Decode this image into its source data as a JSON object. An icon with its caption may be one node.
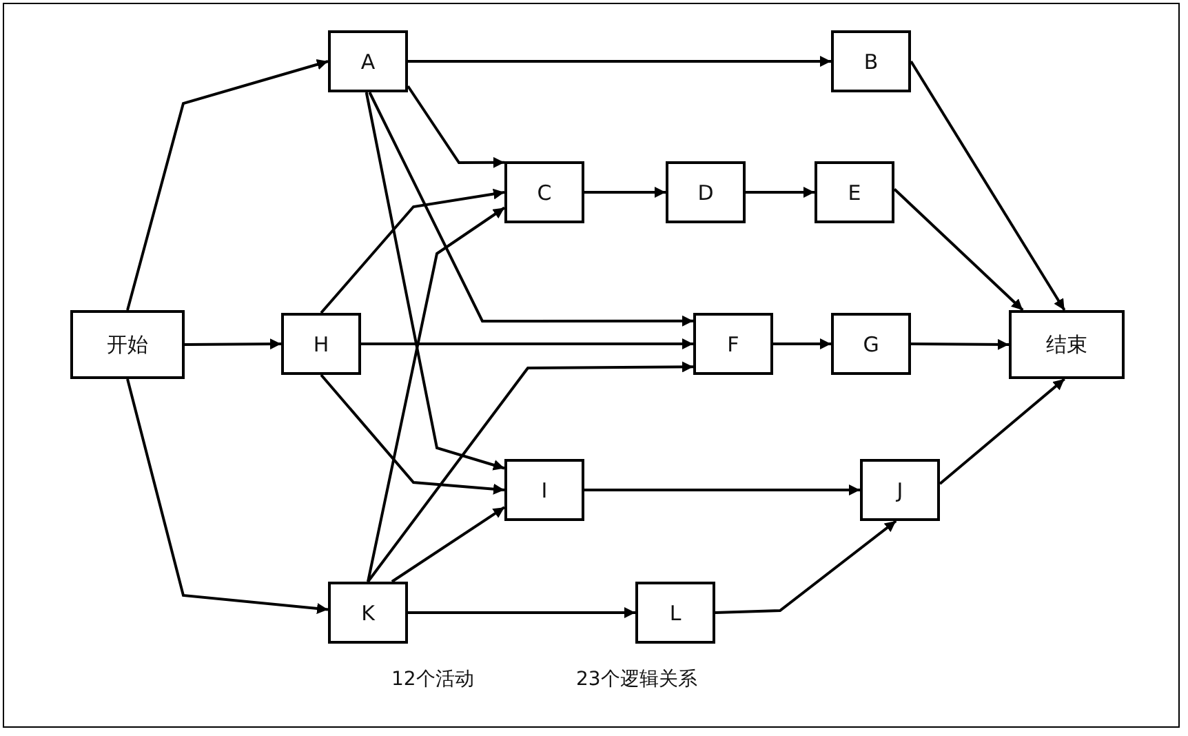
{
  "diagram": {
    "nodes": [
      {
        "text": [
          "开始"
        ]
      },
      {
        "text": [
          "A"
        ]
      },
      {
        "text": [
          "B"
        ]
      },
      {
        "text": [
          "C"
        ]
      },
      {
        "text": [
          "D"
        ]
      },
      {
        "text": [
          "E"
        ]
      },
      {
        "text": [
          "H"
        ]
      },
      {
        "text": [
          "F"
        ]
      },
      {
        "text": [
          "G"
        ]
      },
      {
        "text": [
          "结束"
        ]
      },
      {
        "text": [
          "I"
        ]
      },
      {
        "text": [
          "J"
        ]
      },
      {
        "text": [
          "K"
        ]
      },
      {
        "text": [
          "L"
        ]
      }
    ],
    "edges": [
      {
        "from": 0,
        "to": 1,
        "arrow": "to"
      },
      {
        "from": 0,
        "to": 6,
        "arrow": "to"
      },
      {
        "from": 0,
        "to": 12,
        "arrow": "to"
      },
      {
        "from": 1,
        "to": 2,
        "arrow": "to"
      },
      {
        "from": 1,
        "to": 3,
        "arrow": "to"
      },
      {
        "from": 1,
        "to": 7,
        "arrow": "to"
      },
      {
        "from": 1,
        "to": 10,
        "arrow": "to"
      },
      {
        "from": 6,
        "to": 3,
        "arrow": "to"
      },
      {
        "from": 6,
        "to": 7,
        "arrow": "to"
      },
      {
        "from": 6,
        "to": 10,
        "arrow": "to"
      },
      {
        "from": 12,
        "to": 3,
        "arrow": "to"
      },
      {
        "from": 12,
        "to": 7,
        "arrow": "to"
      },
      {
        "from": 12,
        "to": 10,
        "arrow": "to"
      },
      {
        "from": 12,
        "to": 13,
        "arrow": "to"
      },
      {
        "from": 3,
        "to": 4,
        "arrow": "to"
      },
      {
        "from": 4,
        "to": 5,
        "arrow": "to"
      },
      {
        "from": 7,
        "to": 8,
        "arrow": "to"
      },
      {
        "from": 10,
        "to": 11,
        "arrow": "to"
      },
      {
        "from": 13,
        "to": 11,
        "arrow": "to"
      },
      {
        "from": 2,
        "to": 9,
        "arrow": "to"
      },
      {
        "from": 5,
        "to": 9,
        "arrow": "to"
      },
      {
        "from": 8,
        "to": 9,
        "arrow": "to"
      },
      {
        "from": 11,
        "to": 9,
        "arrow": "to"
      }
    ],
    "labels": [
      "12个活动",
      "23个逻辑关系"
    ]
  }
}
